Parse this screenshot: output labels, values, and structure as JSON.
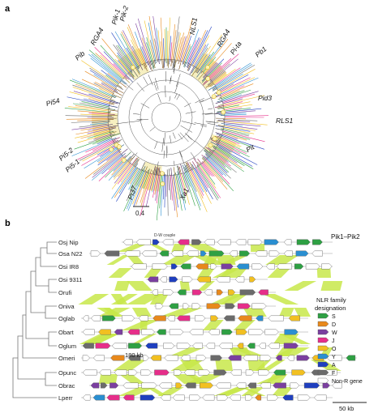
{
  "panel_a": {
    "label": "a",
    "genes": [
      {
        "name": "Pik-1"
      },
      {
        "name": "Pik-2"
      },
      {
        "name": "RGA4"
      },
      {
        "name": "NLS1"
      },
      {
        "name": "RGA4"
      },
      {
        "name": "Pi-ta"
      },
      {
        "name": "Pb1"
      },
      {
        "name": "Pib"
      },
      {
        "name": "Pi54"
      },
      {
        "name": "Pid3"
      },
      {
        "name": "RLS1"
      },
      {
        "name": "Pit"
      },
      {
        "name": "Pi5-2"
      },
      {
        "name": "Pi5-1"
      },
      {
        "name": "Xa1"
      },
      {
        "name": "Pi37"
      }
    ],
    "scale": "0.4"
  },
  "panel_b": {
    "label": "b",
    "species": [
      "Osj Nip",
      "Osa N22",
      "Osi IR8",
      "Osi 9311",
      "Orufi",
      "Oniva",
      "Oglab",
      "Obart",
      "Oglum",
      "Omeri",
      "Opunc",
      "Obrac",
      "Lperr"
    ],
    "pik_label": "Pik1–Pik2",
    "annotation_180": "180 kb",
    "annotation_dw": "D-W couple",
    "legend": {
      "title_line1": "NLR family",
      "title_line2": "designation",
      "items": [
        {
          "code": "S",
          "color": "#2ea043"
        },
        {
          "code": "D",
          "color": "#e8891c"
        },
        {
          "code": "W",
          "color": "#7b3fa0"
        },
        {
          "code": "J",
          "color": "#e62e8a"
        },
        {
          "code": "O",
          "color": "#f2c021"
        },
        {
          "code": "Y",
          "color": "#2a8fd1"
        },
        {
          "code": "A",
          "color": "#1f3fbf"
        },
        {
          "code": "F",
          "color": "#6b6b6b"
        },
        {
          "code": "Non-R gene",
          "color": "#ffffff"
        }
      ]
    },
    "scalebar": "50 kb"
  },
  "colors": {
    "synteny": "#c8e84a",
    "branch": "#333333",
    "highlight": "#f6efc0"
  }
}
